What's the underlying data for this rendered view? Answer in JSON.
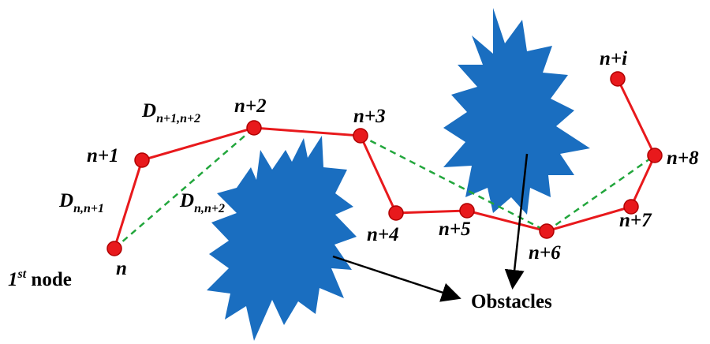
{
  "colors": {
    "path": "#e8191c",
    "node_fill": "#e8191c",
    "node_stroke": "#b00000",
    "shortcut": "#22a63c",
    "obstacle": "#1a6ec0",
    "arrow": "#000000",
    "text": "#000000"
  },
  "nodes": [
    {
      "id": "n",
      "label": "n"
    },
    {
      "id": "n1",
      "label": "n+1"
    },
    {
      "id": "n2",
      "label": "n+2"
    },
    {
      "id": "n3",
      "label": "n+3"
    },
    {
      "id": "n4",
      "label": "n+4"
    },
    {
      "id": "n5",
      "label": "n+5"
    },
    {
      "id": "n6",
      "label": "n+6"
    },
    {
      "id": "n7",
      "label": "n+7"
    },
    {
      "id": "n8",
      "label": "n+8"
    },
    {
      "id": "ni",
      "label": "n+i"
    }
  ],
  "path_order": [
    "n",
    "n1",
    "n2",
    "n3",
    "n4",
    "n5",
    "n6",
    "n7",
    "n8",
    "ni"
  ],
  "shortcuts": [
    [
      "n",
      "n2"
    ],
    [
      "n3",
      "n6"
    ],
    [
      "n6",
      "n8"
    ]
  ],
  "distance_labels": {
    "d_n_n1": {
      "main": "D",
      "sub": "n,n+1"
    },
    "d_n1_n2": {
      "main": "D",
      "sub": "n+1,n+2"
    },
    "d_n_n2": {
      "main": "D",
      "sub": "n,n+2"
    }
  },
  "first_node": {
    "main": "1",
    "sup": "st",
    "rest": " node"
  },
  "obstacles_label": "Obstacles"
}
